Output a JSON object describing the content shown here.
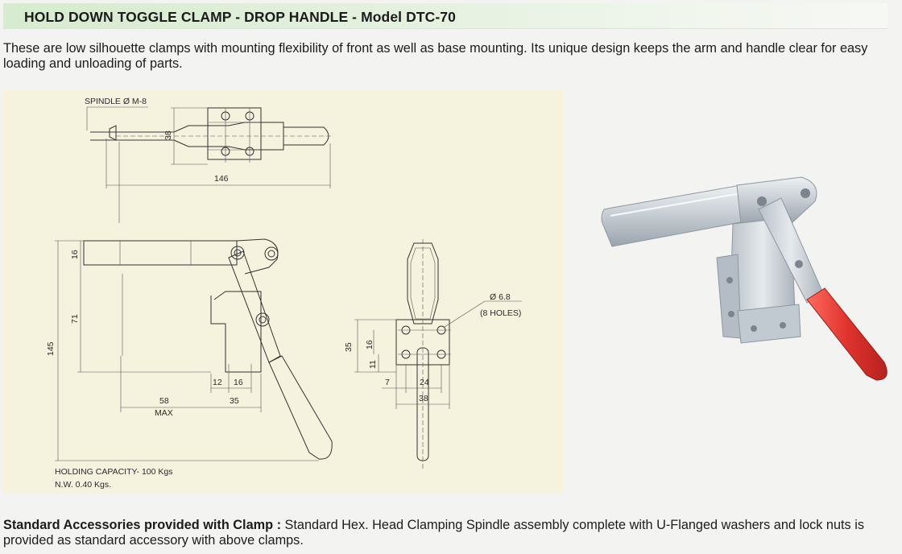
{
  "header": {
    "title": "HOLD DOWN TOGGLE CLAMP - DROP HANDLE - Model DTC-70"
  },
  "intro": {
    "text": "These are low silhouette clamps with mounting flexibility of front as well as base mounting. Its unique design keeps the arm and handle clear for easy loading and unloading of parts."
  },
  "drawing": {
    "spindle_label": "SPINDLE Ø M-8",
    "hole_label": "Ø 6.8",
    "holes_count_label": "(8 HOLES)",
    "holding_capacity": "HOLDING CAPACITY- 100 Kgs",
    "net_weight": "N.W. 0.40 Kgs.",
    "dimensions": {
      "d38_top": "38",
      "d146": "146",
      "d16_side": "16",
      "d71": "71",
      "d145": "145",
      "d12": "12",
      "d16_base": "16",
      "d58": "58",
      "max": "MAX",
      "d35_base": "35",
      "d35_end": "35",
      "d16_end": "16",
      "d11": "11",
      "d7": "7",
      "d24": "24",
      "d38_end": "38"
    }
  },
  "photo": {
    "handle_color": "#e0332d",
    "metal_color": "#c9d0d6"
  },
  "accessories": {
    "label": "Standard Accessories provided with Clamp :",
    "text": " Standard Hex. Head Clamping Spindle assembly complete with U-Flanged washers and lock nuts is provided as standard accessory with above clamps."
  }
}
